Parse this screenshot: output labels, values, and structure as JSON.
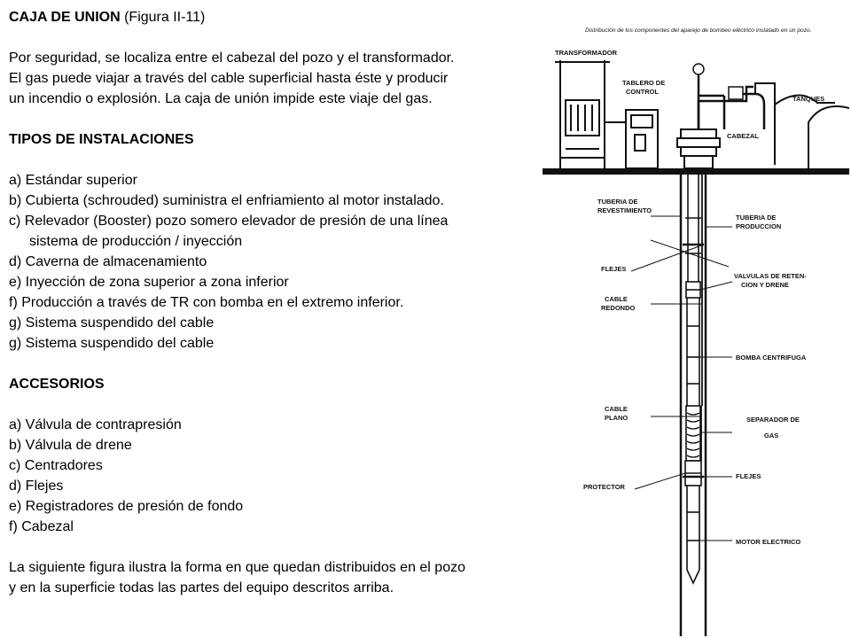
{
  "caja": {
    "title_bold": "CAJA DE UNION",
    "title_rest": " (Figura II-11)",
    "lines": [
      "Por seguridad, se localiza entre el cabezal del pozo y el  transformador.",
      "El gas puede viajar a través del cable superficial hasta éste y producir",
      "un incendio o explosión. La caja de unión impide este viaje del gas."
    ]
  },
  "tipos": {
    "heading": "TIPOS DE INSTALACIONES",
    "items": [
      "a)  Estándar superior",
      "b)  Cubierta (schrouded) suministra el enfriamiento al motor  instalado.",
      "c)   Relevador (Booster) pozo somero elevador de presión de una línea",
      "sistema de producción / inyección",
      "d)   Caverna de almacenamiento",
      "e)   Inyección de zona superior a zona inferior",
      "f)   Producción a través de TR con bomba en el extremo inferior.",
      "g)   Sistema suspendido del cable",
      "g)   Sistema suspendido del cable"
    ]
  },
  "accesorios": {
    "heading": "ACCESORIOS",
    "items": [
      "a)  Válvula de contrapresión",
      "b)  Válvula de drene",
      "c)  Centradores",
      "d)  Flejes",
      "e)  Registradores de presión de fondo",
      "f)   Cabezal"
    ]
  },
  "closing": [
    "La siguiente figura ilustra la forma en que quedan distribuidos en el pozo",
    "y en la superficie todas las partes del equipo descritos arriba."
  ],
  "figure": {
    "caption": "Distribución de los componentes del aparejo de bombeo eléctrico instalado en un pozo.",
    "labels": {
      "transformador": "TRANSFORMADOR",
      "tablero_1": "TABLERO DE",
      "tablero_2": "CONTROL",
      "tanques": "TANQUES",
      "cabezal": "CABEZAL",
      "tub_rev_1": "TUBERIA DE",
      "tub_rev_2": "REVESTIMIENTO",
      "tub_prod_1": "TUBERIA DE",
      "tub_prod_2": "PRODUCCION",
      "flejes_left": "FLEJES",
      "valvulas_1": "VALVULAS DE RETEN-",
      "valvulas_2": "CION  Y  DRENE",
      "cable_redondo_1": "CABLE",
      "cable_redondo_2": "REDONDO",
      "bomba": "BOMBA  CENTRIFUGA",
      "cable_plano_1": "CABLE",
      "cable_plano_2": "PLANO",
      "separador_1": "SEPARADOR  DE",
      "separador_2": "GAS",
      "flejes_right": "FLEJES",
      "protector": "PROTECTOR",
      "motor": "MOTOR  ELECTRICO"
    }
  }
}
